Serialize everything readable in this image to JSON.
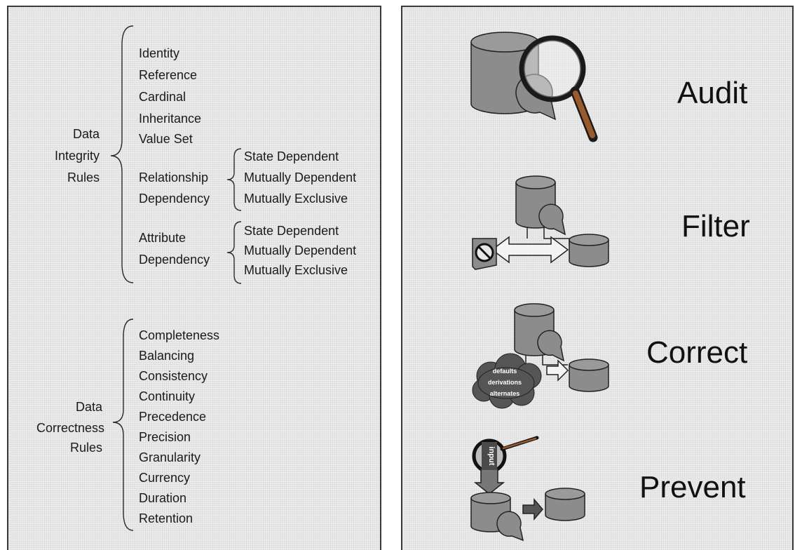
{
  "integrity": {
    "label_line1": "Data",
    "label_line2": "Integrity",
    "label_line3": "Rules",
    "items": [
      "Identity",
      "Reference",
      "Cardinal",
      "Inheritance",
      "Value Set"
    ],
    "relationship": {
      "label_line1": "Relationship",
      "label_line2": "Dependency",
      "items": [
        "State Dependent",
        "Mutually Dependent",
        "Mutually Exclusive"
      ]
    },
    "attribute": {
      "label_line1": "Attribute",
      "label_line2": "Dependency",
      "items": [
        "State Dependent",
        "Mutually Dependent",
        "Mutually Exclusive"
      ]
    }
  },
  "correctness": {
    "label_line1": "Data",
    "label_line2": "Correctness",
    "label_line3": "Rules",
    "items": [
      "Completeness",
      "Balancing",
      "Consistency",
      "Continuity",
      "Precedence",
      "Precision",
      "Granularity",
      "Currency",
      "Duration",
      "Retention"
    ]
  },
  "actions": {
    "audit": "Audit",
    "filter": "Filter",
    "correct": "Correct",
    "prevent": "Prevent"
  },
  "correct_cloud": [
    "defaults",
    "derivations",
    "alternates"
  ],
  "prevent_label": "input",
  "colors": {
    "shape_fill": "#8c8c8c",
    "shape_stroke": "#222222",
    "cloud_fill": "#555555",
    "handle_color": "#9a5a2a",
    "white_fill": "#f4f4f4"
  }
}
